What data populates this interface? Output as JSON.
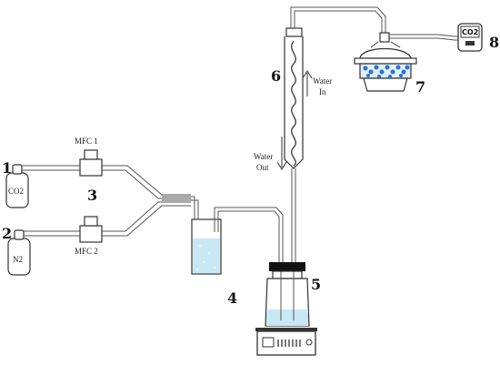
{
  "labels": {
    "cylinder_1": "1",
    "cylinder_2": "2",
    "junction_3": "3",
    "trap_4": "4",
    "reactor_5": "5",
    "condenser_6": "6",
    "desiccator_7": "7",
    "sensor_8": "8"
  },
  "gases": {
    "cylinder_1": "CO2",
    "cylinder_2": "N2"
  },
  "mfc": {
    "mfc_1": "MFC 1",
    "mfc_2": "MFC 2"
  },
  "condenser": {
    "water_in_line1": "Water",
    "water_in_line2": "In",
    "water_out_line1": "Water",
    "water_out_line2": "Out"
  },
  "sensor": {
    "display_text": "CO2"
  },
  "colors": {
    "outline": "#333333",
    "water": "#c8e8f5",
    "desiccant": "#2f6fd6",
    "tubing": "#555555"
  }
}
